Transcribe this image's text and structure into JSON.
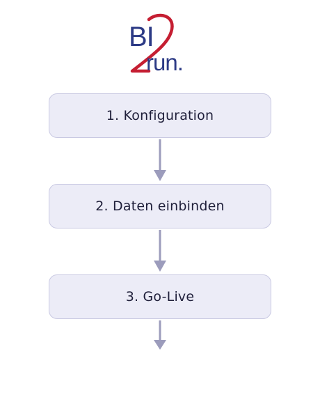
{
  "logo": {
    "text_part1": "BI",
    "text_part2": "2",
    "text_part3": "run.",
    "colors": {
      "primary": "#2c3a85",
      "accent": "#c51e32"
    }
  },
  "flow": {
    "steps": [
      {
        "label": "1. Konfiguration"
      },
      {
        "label": "2. Daten einbinden"
      },
      {
        "label": "3. Go-Live"
      }
    ]
  },
  "colors": {
    "box_fill": "#ececf7",
    "box_border": "#c9c9e2",
    "arrow": "#9c9cbc",
    "text": "#1f1f3a"
  }
}
